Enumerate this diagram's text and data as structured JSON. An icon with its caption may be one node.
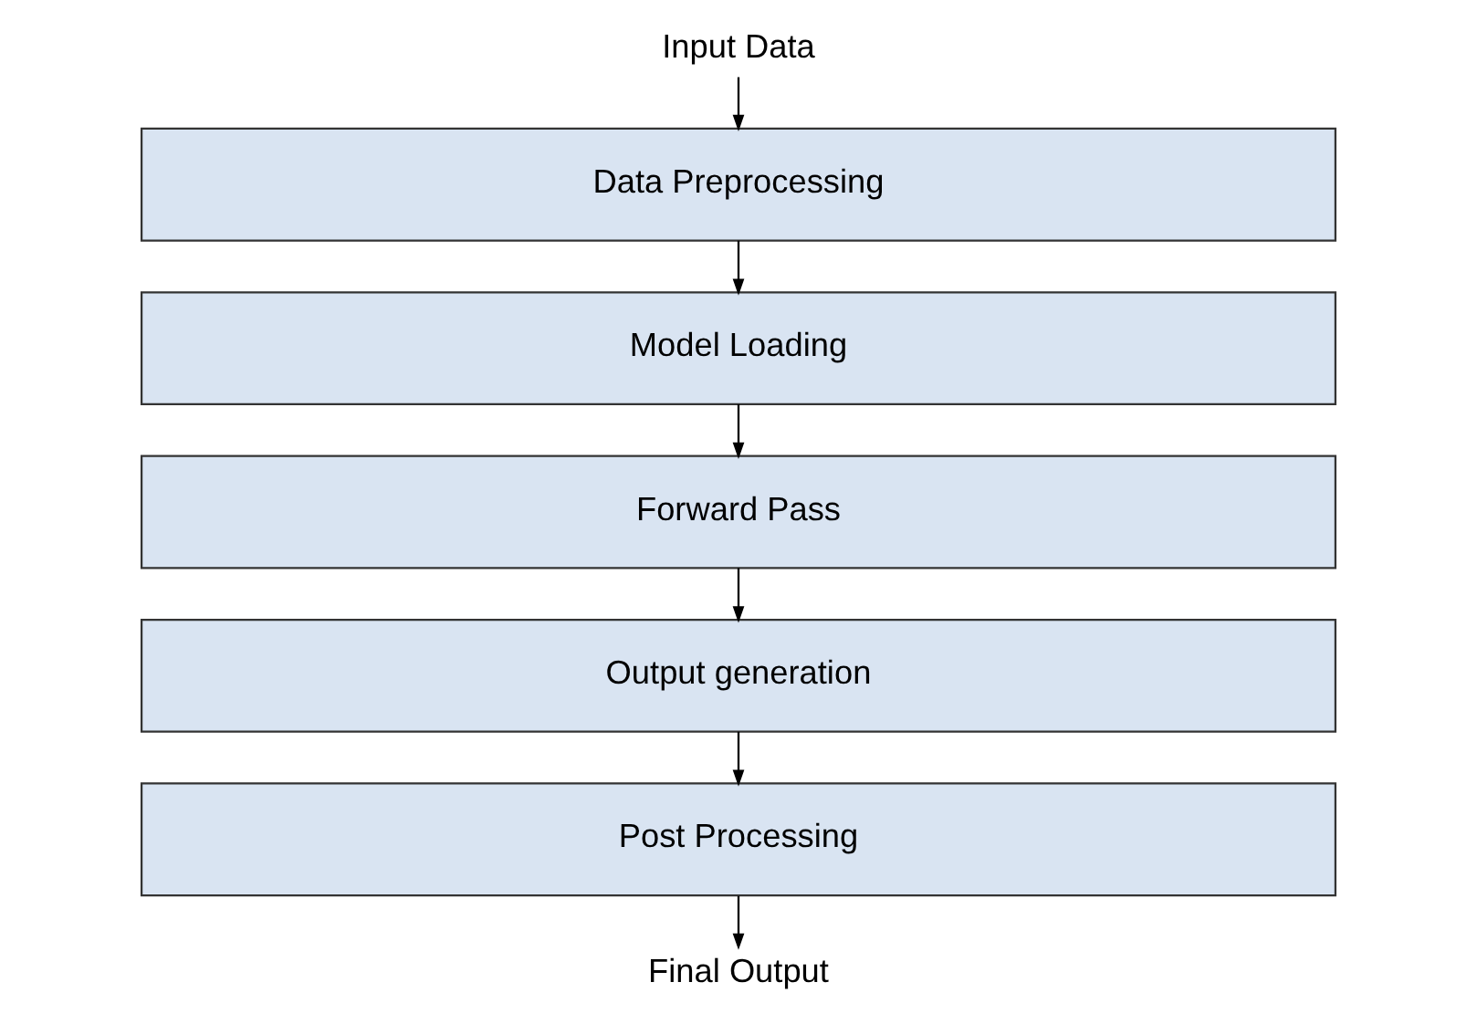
{
  "diagram": {
    "nodes": [
      {
        "text": [
          "Input Data"
        ]
      },
      {
        "text": [
          "Data Preprocessing"
        ]
      },
      {
        "text": [
          "Model Loading"
        ]
      },
      {
        "text": [
          "Forward Pass"
        ]
      },
      {
        "text": [
          "Output generation"
        ]
      },
      {
        "text": [
          "Post Processing"
        ]
      },
      {
        "text": [
          "Final Output"
        ]
      }
    ],
    "edges": [
      {
        "from": 0,
        "to": 1,
        "arrow": "to"
      },
      {
        "from": 1,
        "to": 2,
        "arrow": "to"
      },
      {
        "from": 2,
        "to": 3,
        "arrow": "to"
      },
      {
        "from": 3,
        "to": 4,
        "arrow": "to"
      },
      {
        "from": 4,
        "to": 5,
        "arrow": "to"
      },
      {
        "from": 5,
        "to": 6,
        "arrow": "to"
      }
    ]
  }
}
